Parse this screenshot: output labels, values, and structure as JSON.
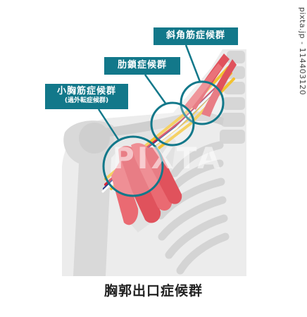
{
  "labels": {
    "scalene": "斜角筋症候群",
    "costoclavicular": "肋鎖症候群",
    "pectoralis_minor": "小胸筋症候群",
    "pectoralis_minor_sub": "(過外転症候群)"
  },
  "title": "胸郭出口症候群",
  "watermark": "PIXTA",
  "credit": "pixta.jp - 114403120",
  "colors": {
    "label_bg": "#12788a",
    "muscle": "#e0525c",
    "bone": "#d8d8d8",
    "circle": "#12788a",
    "nerve": "#f2c230",
    "artery": "#d9263b",
    "vein": "#2b3f8c"
  }
}
